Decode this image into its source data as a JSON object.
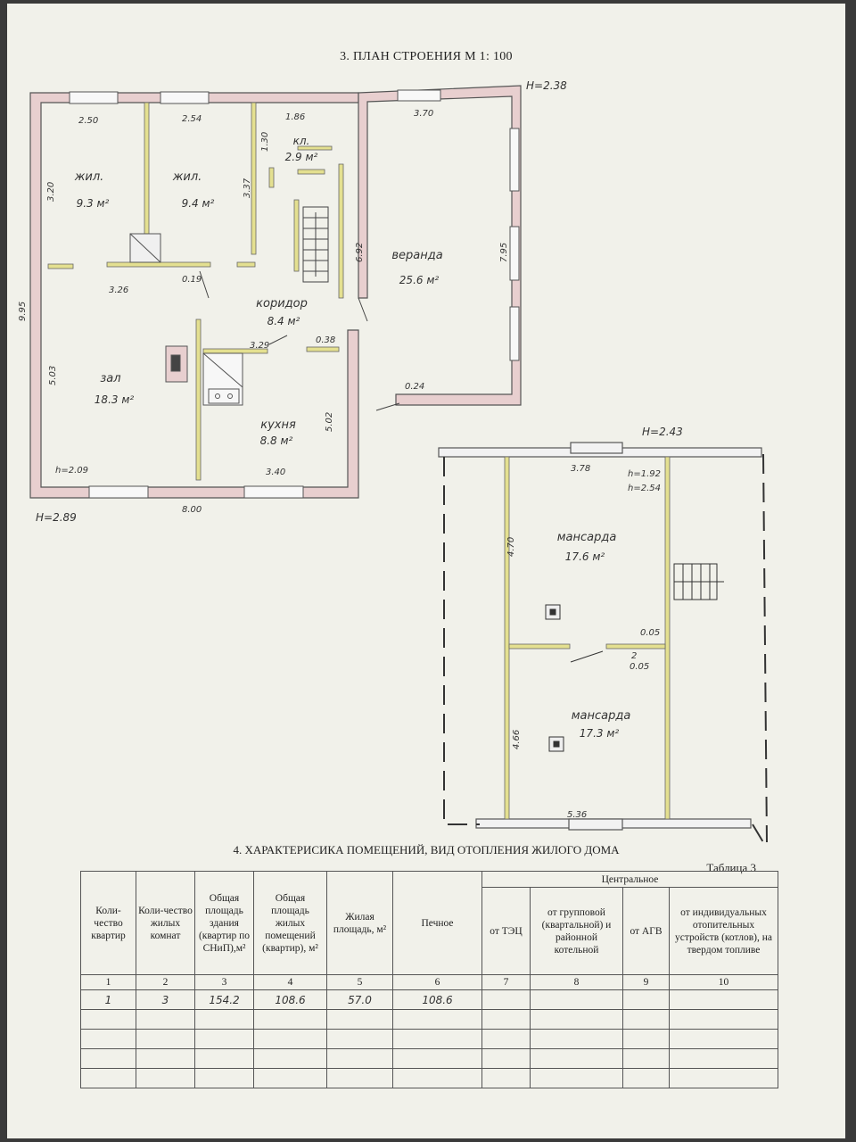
{
  "plan": {
    "title": "3. ПЛАН СТРОЕНИЯ М 1: 100",
    "heights": {
      "main": "H=2.38",
      "left": "H=2.89",
      "attic": "H=2.43"
    },
    "rooms": [
      {
        "name": "жил.",
        "area": "9.3 м²"
      },
      {
        "name": "жил.",
        "area": "9.4 м²"
      },
      {
        "name": "кл.",
        "area": "2.9 м²"
      },
      {
        "name": "веранда",
        "area": "25.6 м²"
      },
      {
        "name": "коридор",
        "area": "8.4 м²"
      },
      {
        "name": "зал",
        "area": "18.3 м²"
      },
      {
        "name": "кухня",
        "area": "8.8 м²"
      },
      {
        "name": "мансарда",
        "area": "17.6 м²"
      },
      {
        "name": "мансарда",
        "area": "17.3 м²"
      }
    ],
    "dims": {
      "d1": "2.50",
      "d2": "2.54",
      "d3": "1.86",
      "d4": "3.70",
      "d5": "1.30",
      "d6": "3.20",
      "d7": "3.37",
      "d8": "6.92",
      "d9": "7.95",
      "d10": "3.26",
      "d11": "0.19",
      "d12": "9.95",
      "d13": "3.29",
      "d14": "0.38",
      "d15": "5.03",
      "d16": "5.02",
      "d17": "0.24",
      "d18": "3.40",
      "d19": "8.00",
      "d20": "h=2.09",
      "d21": "3.78",
      "d22": "h=1.92",
      "d23": "h=2.54",
      "d24": "4.70",
      "d25": "0.05",
      "d26": "2",
      "d27": "0.05",
      "d28": "4.66",
      "d29": "5.36"
    }
  },
  "section4": {
    "title": "4. ХАРАКТЕРИСИКА ПОМЕЩЕНИЙ, ВИД ОТОПЛЕНИЯ ЖИЛОГО ДОМА",
    "table_caption": "Таблица 3",
    "headers": {
      "h1": "Коли-чество квартир",
      "h2": "Коли-чество жилых комнат",
      "h3": "Общая площадь здания (квартир по СНиП),м²",
      "h4": "Общая площадь жилых помещений (квартир), м²",
      "h5": "Жилая площадь, м²",
      "h6": "Печное",
      "central": "Центральное",
      "h7": "от ТЭЦ",
      "h8": "от групповой (квартальной) и районной котельной",
      "h9": "от АГВ",
      "h10": "от индивидуальных отопительных устройств (котлов), на твердом топливе"
    },
    "col_numbers": [
      "1",
      "2",
      "3",
      "4",
      "5",
      "6",
      "7",
      "8",
      "9",
      "10"
    ],
    "row1": [
      "1",
      "3",
      "154.2",
      "108.6",
      "57.0",
      "108.6",
      "",
      "",
      "",
      ""
    ]
  }
}
